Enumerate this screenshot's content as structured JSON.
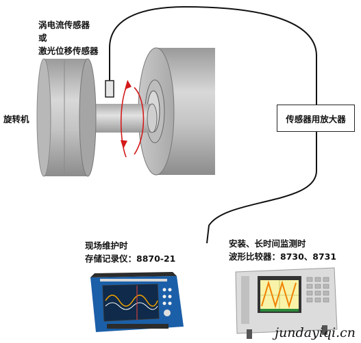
{
  "labels": {
    "sensor_line1": "涡电流传感器",
    "sensor_line2": "或",
    "sensor_line3": "激光位移传感器",
    "rotating_machine": "旋转机",
    "amplifier": "传感器用放大器",
    "field_line1": "现场维护时",
    "field_line2": "存储记录仪：8870-21",
    "install_line1": "安装、长时间监测时",
    "install_line2": "波形比较器：8730、8731"
  },
  "watermark": "jundayiqi.cn",
  "device_left": {
    "screen_bg": "#0f2a4a",
    "wave_color": "#f0a000",
    "wave2_color": "#ffffff",
    "body_color": "#1b5fa8"
  },
  "device_right": {
    "screen_bg": "#f8f3a8",
    "wave_color": "#f08000",
    "body_color": "#dcdcdc",
    "accent": "#2a8a3a"
  },
  "arrow_color": "#d41a1a"
}
